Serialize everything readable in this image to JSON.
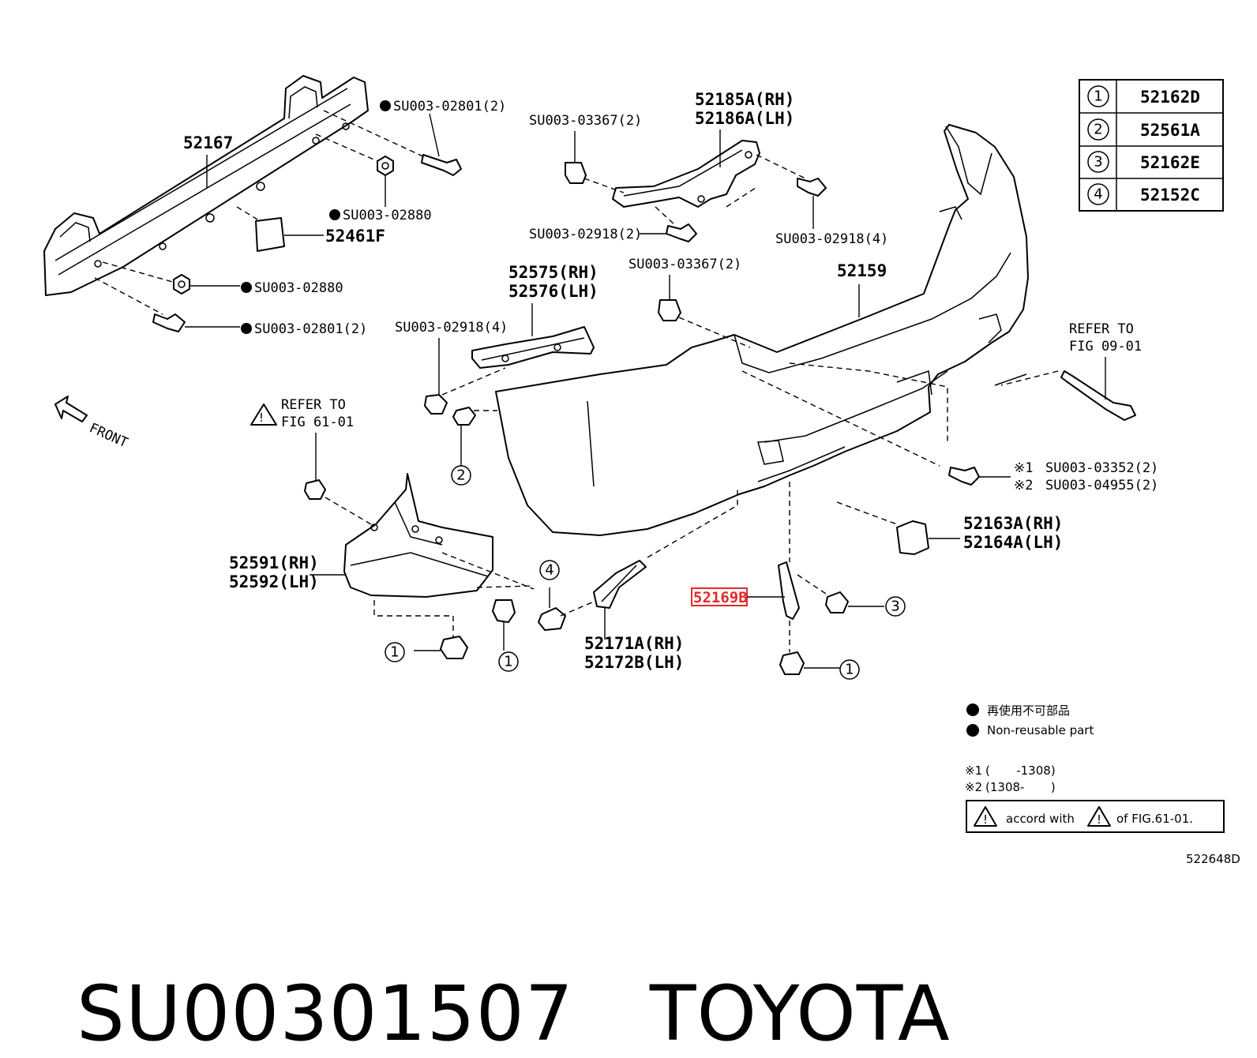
{
  "labels": {
    "p52167": "52167",
    "su_02801_top": "SU003-02801(2)",
    "su_02880_top": "SU003-02880",
    "p52461F": "52461F",
    "su_02880_mid": "SU003-02880",
    "su_02801_mid": "SU003-02801(2)",
    "su_03367_top": "SU003-03367(2)",
    "p52185A": "52185A(RH)",
    "p52186A": "52186A(LH)",
    "su_02918_2": "SU003-02918(2)",
    "su_02918_4_right": "SU003-02918(4)",
    "su_03367_mid": "SU003-03367(2)",
    "p52159": "52159",
    "p52575": "52575(RH)",
    "p52576": "52576(LH)",
    "su_02918_4_left": "SU003-02918(4)",
    "refer_09_a": "REFER TO",
    "refer_09_b": "FIG 09-01",
    "refer_61_a": "REFER TO",
    "refer_61_b": "FIG 61-01",
    "front": "FRONT",
    "su_03352": "SU003-03352(2)",
    "su_04955": "SU003-04955(2)",
    "note_mark1": "※1",
    "note_mark2": "※2",
    "p52163A": "52163A(RH)",
    "p52164A": "52164A(LH)",
    "p52591": "52591(RH)",
    "p52592": "52592(LH)",
    "p52169B": "52169B",
    "p52171A": "52171A(RH)",
    "p52172B": "52172B(LH)",
    "diagram_id": "522648D"
  },
  "legend_table": [
    {
      "num": "1",
      "part": "52162D"
    },
    {
      "num": "2",
      "part": "52561A"
    },
    {
      "num": "3",
      "part": "52162E"
    },
    {
      "num": "4",
      "part": "52152C"
    }
  ],
  "callouts": {
    "c1": "1",
    "c2": "2",
    "c3": "3",
    "c4": "4"
  },
  "notes": {
    "nonreuse_jp": "再使用不可部品",
    "nonreuse_en": "Non-reusable part",
    "range1_mark": "※1",
    "range1": "(       -1308)",
    "range2_mark": "※2",
    "range2": "(1308-       )",
    "accord_a": "accord with",
    "accord_b": "of FIG.61-01."
  },
  "caption": {
    "part_number": "SU00301507",
    "brand": "TOYOTA"
  },
  "colors": {
    "highlight": "#e32b2b",
    "ink": "#000000",
    "background": "#ffffff"
  }
}
